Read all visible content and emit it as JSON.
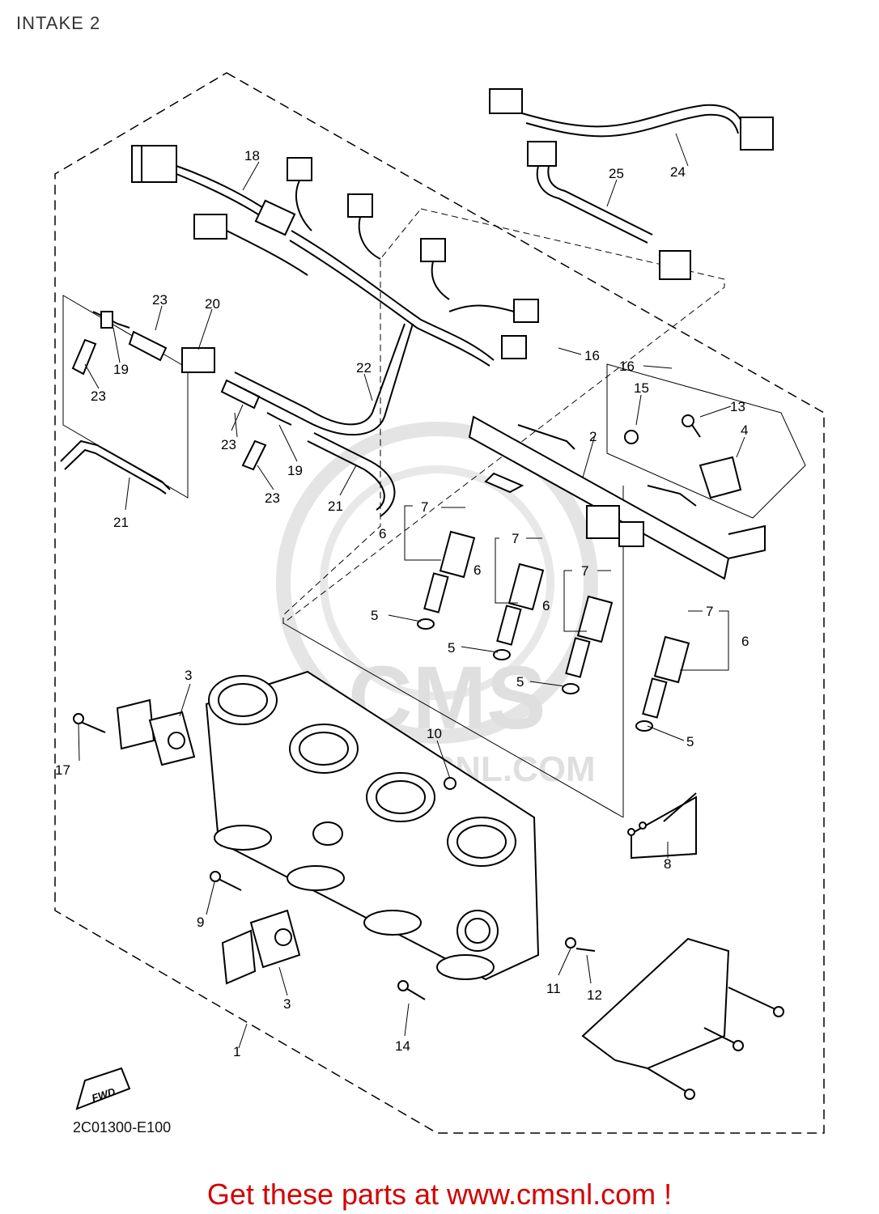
{
  "page_title": "INTAKE 2",
  "diagram_code": "2C01300-E100",
  "fwd_label": "FWD",
  "watermark": {
    "brand": "CMS",
    "url": "WWW.CMSNL.COM"
  },
  "footer_promo": "Get these parts at www.cmsnl.com !",
  "callouts": [
    "1",
    "2",
    "3",
    "3",
    "4",
    "5",
    "5",
    "5",
    "5",
    "6",
    "6",
    "6",
    "6",
    "7",
    "7",
    "7",
    "7",
    "8",
    "9",
    "10",
    "11",
    "12",
    "13",
    "14",
    "15",
    "16",
    "16",
    "17",
    "18",
    "19",
    "19",
    "20",
    "21",
    "21",
    "22",
    "23",
    "23",
    "23",
    "23",
    "24",
    "25"
  ],
  "colors": {
    "footer": "#d40000",
    "line": "#000000",
    "watermark": "#dcdcdc"
  }
}
